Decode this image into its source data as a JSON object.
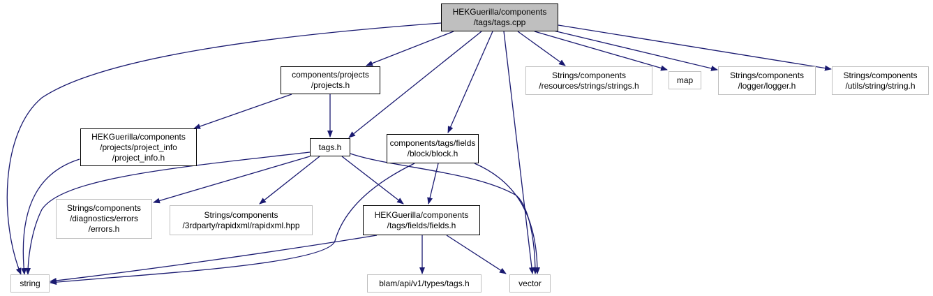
{
  "colors": {
    "edge": "#191970",
    "root_fill": "#bfbfbf",
    "internal_border": "#000000",
    "external_border": "#bfbfbf"
  },
  "nodes": {
    "root": [
      "HEKGuerilla/components",
      "/tags/tags.cpp"
    ],
    "projects_h": [
      "components/projects",
      "/projects.h"
    ],
    "project_info_h": [
      "HEKGuerilla/components",
      "/projects/project_info",
      "/project_info.h"
    ],
    "tags_h": [
      "tags.h"
    ],
    "block_h": [
      "components/tags/fields",
      "/block/block.h"
    ],
    "fields_h": [
      "HEKGuerilla/components",
      "/tags/fields/fields.h"
    ],
    "strings_h": [
      "Strings/components",
      "/resources/strings/strings.h"
    ],
    "map": [
      "map"
    ],
    "logger_h": [
      "Strings/components",
      "/logger/logger.h"
    ],
    "string_util_h": [
      "Strings/components",
      "/utils/string/string.h"
    ],
    "errors_h": [
      "Strings/components",
      "/diagnostics/errors",
      "/errors.h"
    ],
    "rapidxml_hpp": [
      "Strings/components",
      "/3rdparty/rapidxml/rapidxml.hpp"
    ],
    "string": [
      "string"
    ],
    "blam_tags_h": [
      "blam/api/v1/types/tags.h"
    ],
    "vector": [
      "vector"
    ]
  }
}
